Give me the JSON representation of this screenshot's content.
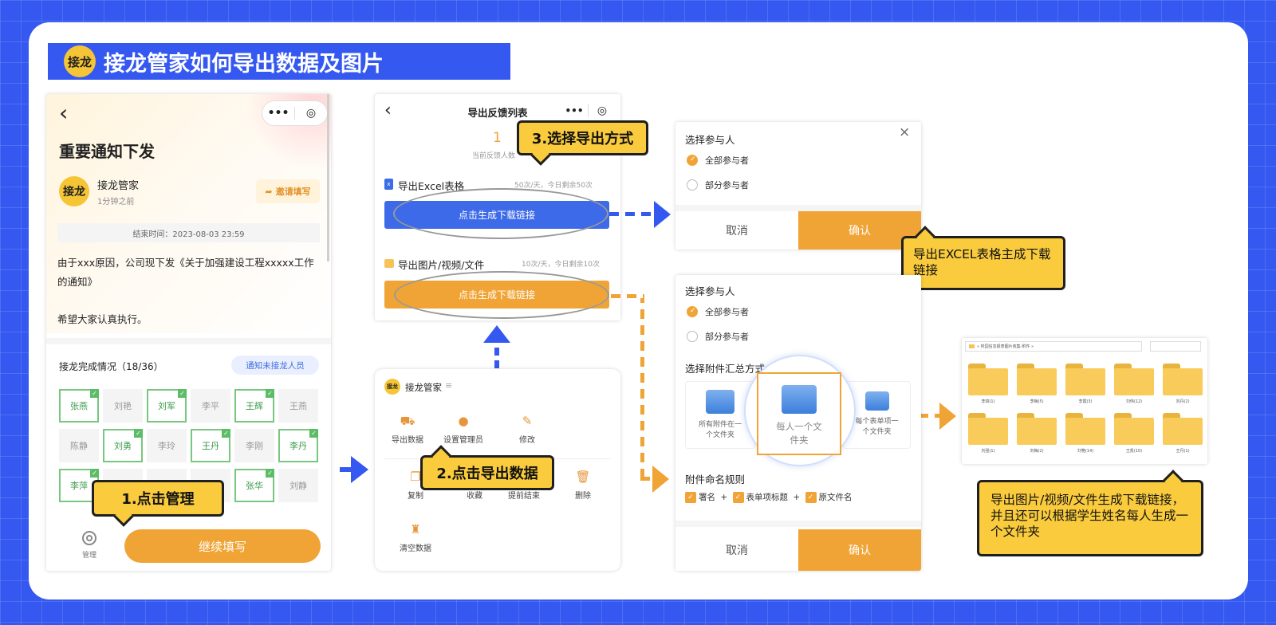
{
  "banner": {
    "logo": "接龙",
    "title": "接龙管家如何导出数据及图片"
  },
  "phone1": {
    "back": "‹",
    "more": "•••",
    "target": "◎",
    "title": "重要通知下发",
    "author": "接龙管家",
    "author_logo": "接龙",
    "time_ago": "1分钟之前",
    "invite_btn": "邀请填写",
    "end_time": "结束时间：2023-08-03 23:59",
    "body1": "由于xxx原因，公司现下发《关于加强建设工程xxxxx工作的通知》",
    "body2": "希望大家认真执行。",
    "progress_label": "接龙完成情况（18/36）",
    "notify_btn": "通知未接龙人员",
    "names": [
      {
        "n": "张燕",
        "on": true
      },
      {
        "n": "刘艳",
        "on": false
      },
      {
        "n": "刘军",
        "on": true
      },
      {
        "n": "李平",
        "on": false
      },
      {
        "n": "王辉",
        "on": true
      },
      {
        "n": "王燕",
        "on": false
      },
      {
        "n": "陈静",
        "on": false
      },
      {
        "n": "刘勇",
        "on": true
      },
      {
        "n": "李玲",
        "on": false
      },
      {
        "n": "王丹",
        "on": true
      },
      {
        "n": "李刚",
        "on": false
      },
      {
        "n": "李丹",
        "on": true
      },
      {
        "n": "李萍",
        "on": true
      },
      {
        "n": "",
        "on": false
      },
      {
        "n": "",
        "on": false
      },
      {
        "n": "",
        "on": false
      },
      {
        "n": "张华",
        "on": true
      },
      {
        "n": "刘静",
        "on": false
      }
    ],
    "manage_label": "管理",
    "continue_btn": "继续填写"
  },
  "bubble1": "1.点击管理",
  "phone2": {
    "back": "‹",
    "title": "导出反馈列表",
    "more": "•••",
    "target": "◎",
    "count": "1",
    "count_label": "当前反馈人数",
    "excel_label": "导出Excel表格",
    "excel_quota": "50次/天，今日剩余50次",
    "excel_btn": "点击生成下载链接",
    "media_label": "导出图片/视频/文件",
    "media_quota": "10次/天，今日剩余10次",
    "media_btn": "点击生成下载链接"
  },
  "bubble3": "3.选择导出方式",
  "phone3": {
    "logo": "接龙",
    "app": "接龙管家",
    "menu": "≡",
    "items": [
      {
        "label": "导出数据",
        "icon": "⛟"
      },
      {
        "label": "设置管理员",
        "icon": "●"
      },
      {
        "label": "修改",
        "icon": "✎"
      },
      {
        "label": "复制",
        "icon": "❐"
      },
      {
        "label": "收藏",
        "icon": "★"
      },
      {
        "label": "提前结束",
        "icon": "◷"
      },
      {
        "label": "删除",
        "icon": "🗑"
      },
      {
        "label": "清空数据",
        "icon": "♜"
      }
    ]
  },
  "bubble2": "2.点击导出数据",
  "dialog1": {
    "title": "选择参与人",
    "close": "×",
    "opt_all": "全部参与者",
    "opt_part": "部分参与者",
    "cancel": "取消",
    "confirm": "确认"
  },
  "bubble4": "导出EXCEL表格主成下载链接",
  "dialog2": {
    "title": "选择参与人",
    "opt_all": "全部参与者",
    "opt_part": "部分参与者",
    "mode_title": "选择附件汇总方式",
    "mode1": "所有附件在一个文件夹",
    "mode2": "每人一个文件夹",
    "mode3": "每个表单项一个文件夹",
    "rule_title": "附件命名规则",
    "rule1": "署名",
    "plus": "+",
    "rule2": "表单项标题",
    "rule3": "原文件名",
    "cancel": "取消",
    "confirm": "确认"
  },
  "explorer": {
    "path": "« 校园信息报表图片收集-附件 »",
    "folders": [
      "李四(1)",
      "李梅(5)",
      "李霞(3)",
      "刘伟(12)",
      "刘丹(2)",
      "刘强(1)",
      "刘梅(2)",
      "刘艳(14)",
      "王凯(10)",
      "王丹(1)"
    ]
  },
  "bubble5": "导出图片/视频/文件生成下载链接，并且还可以根据学生姓名每人生成一个文件夹",
  "colors": {
    "blue": "#3558f0",
    "orange": "#f0a436",
    "yellow": "#f9cb3d",
    "green": "#5cbd67"
  }
}
